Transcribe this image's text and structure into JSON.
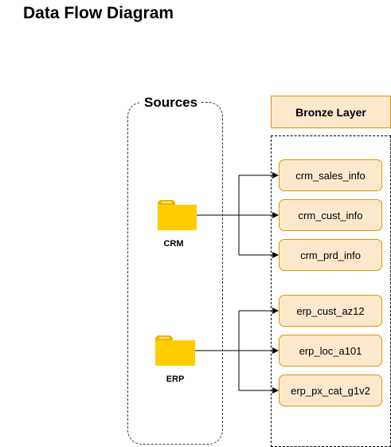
{
  "title": "Data Flow Diagram",
  "sources": {
    "title": "Sources",
    "items": [
      {
        "label": "CRM"
      },
      {
        "label": "ERP"
      }
    ]
  },
  "layer": {
    "title": "Bronze Layer",
    "tables": [
      {
        "name": "crm_sales_info",
        "source": "CRM"
      },
      {
        "name": "crm_cust_info",
        "source": "CRM"
      },
      {
        "name": "crm_prd_info",
        "source": "CRM"
      },
      {
        "name": "erp_cust_az12",
        "source": "ERP"
      },
      {
        "name": "erp_loc_a101",
        "source": "ERP"
      },
      {
        "name": "erp_px_cat_g1v2",
        "source": "ERP"
      }
    ]
  },
  "colors": {
    "node_fill": "#fde8cc",
    "node_border": "#d79b00",
    "folder_fill": "#ffcc00",
    "folder_tab": "#e6b800",
    "connector": "#000000"
  },
  "icons": {
    "source": "folder-icon"
  }
}
